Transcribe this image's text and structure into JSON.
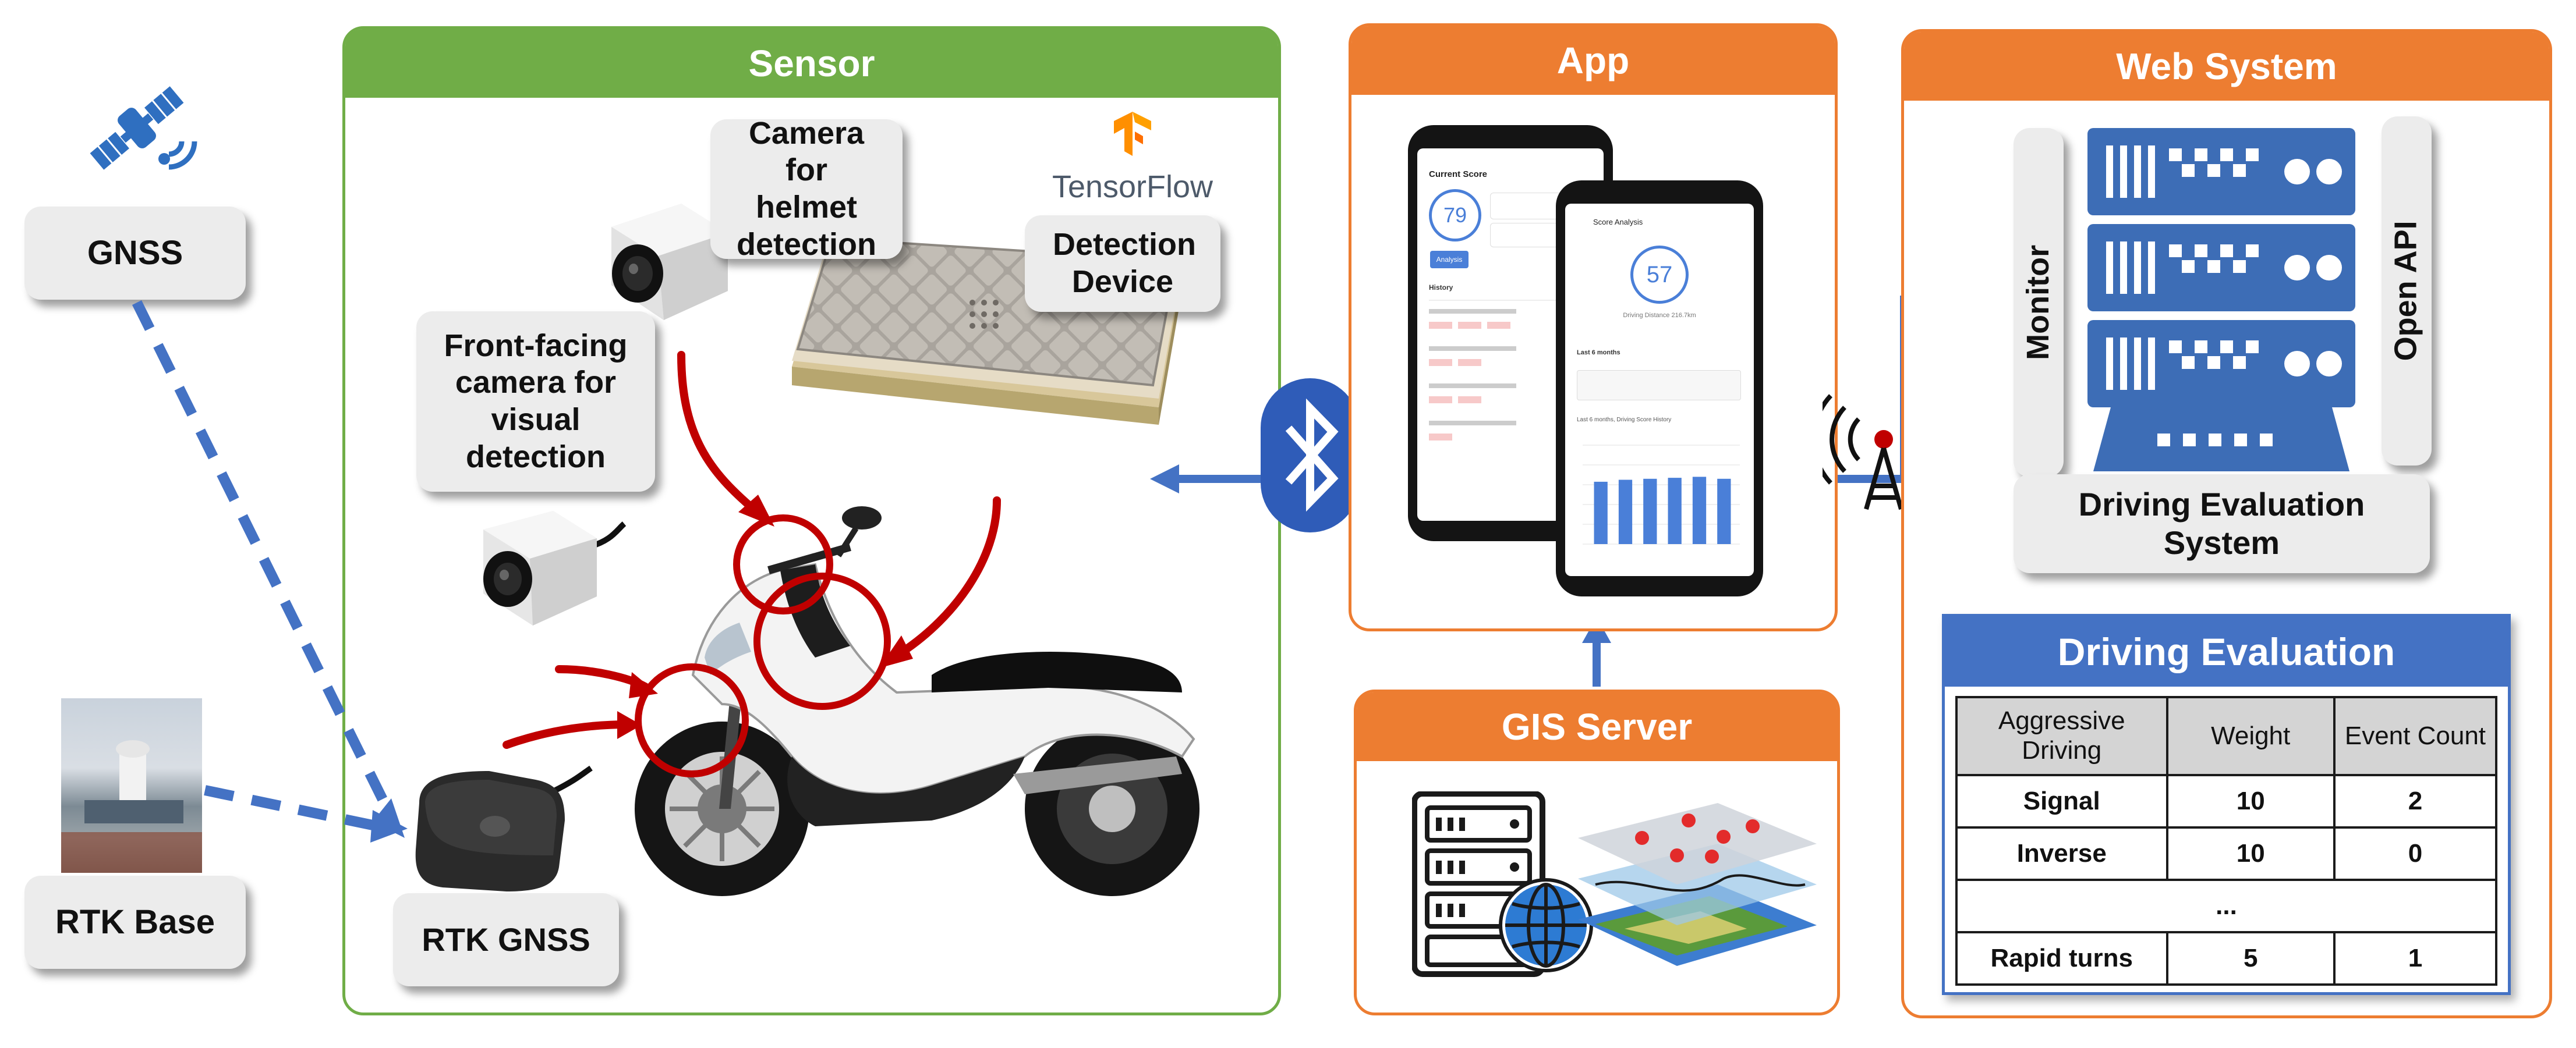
{
  "colors": {
    "sensor_green": "#70ad47",
    "orange": "#ed7d31",
    "blue": "#4472c4",
    "server_blue": "#3d6db6",
    "red_arrow": "#c00000",
    "dashed_blue": "#4472c4",
    "tensorflow_orange": "#ff8f00"
  },
  "panels": {
    "sensor": {
      "title": "Sensor"
    },
    "app": {
      "title": "App"
    },
    "web": {
      "title": "Web System"
    },
    "gis": {
      "title": "GIS Server"
    }
  },
  "labels": {
    "gnss": "GNSS",
    "rtk_base": "RTK Base",
    "rtk_gnss": "RTK GNSS",
    "camera_helmet": "Camera for helmet detection",
    "front_camera": "Front-facing camera for visual detection",
    "detection_device": "Detection Device",
    "tensorflow": "TensorFlow",
    "monitor": "Monitor",
    "open_api": "Open API",
    "driving_eval_system": "Driving Evaluation System"
  },
  "icons": {
    "satellite": "satellite-icon",
    "bluetooth": "bluetooth-icon",
    "antenna": "antenna-tower-icon",
    "server": "server-rack-icon",
    "globe": "globe-icon",
    "map_layers": "map-layers-icon",
    "tensorflow": "tensorflow-logo"
  },
  "phone_screens": {
    "back": {
      "title": "Current Score",
      "score": "79",
      "button": "Analysis",
      "history": "History"
    },
    "front": {
      "title": "Score Analysis",
      "score": "57",
      "distance": "Driving Distance 216.7km",
      "last_months": "Last 6 months",
      "trend": "Last 6 months, Driving Score History"
    }
  },
  "driving_evaluation": {
    "title": "Driving Evaluation",
    "headers": [
      "Aggressive Driving",
      "Weight",
      "Event Count"
    ],
    "rows": [
      [
        "Signal",
        "10",
        "2"
      ],
      [
        "Inverse",
        "10",
        "0"
      ],
      [
        "",
        "...",
        ""
      ],
      [
        "Rapid turns",
        "5",
        "1"
      ]
    ]
  },
  "chart_data": {
    "type": "bar",
    "values": [
      63,
      65,
      66,
      67,
      68,
      66
    ],
    "title": "",
    "ylim": [
      0,
      100
    ]
  }
}
